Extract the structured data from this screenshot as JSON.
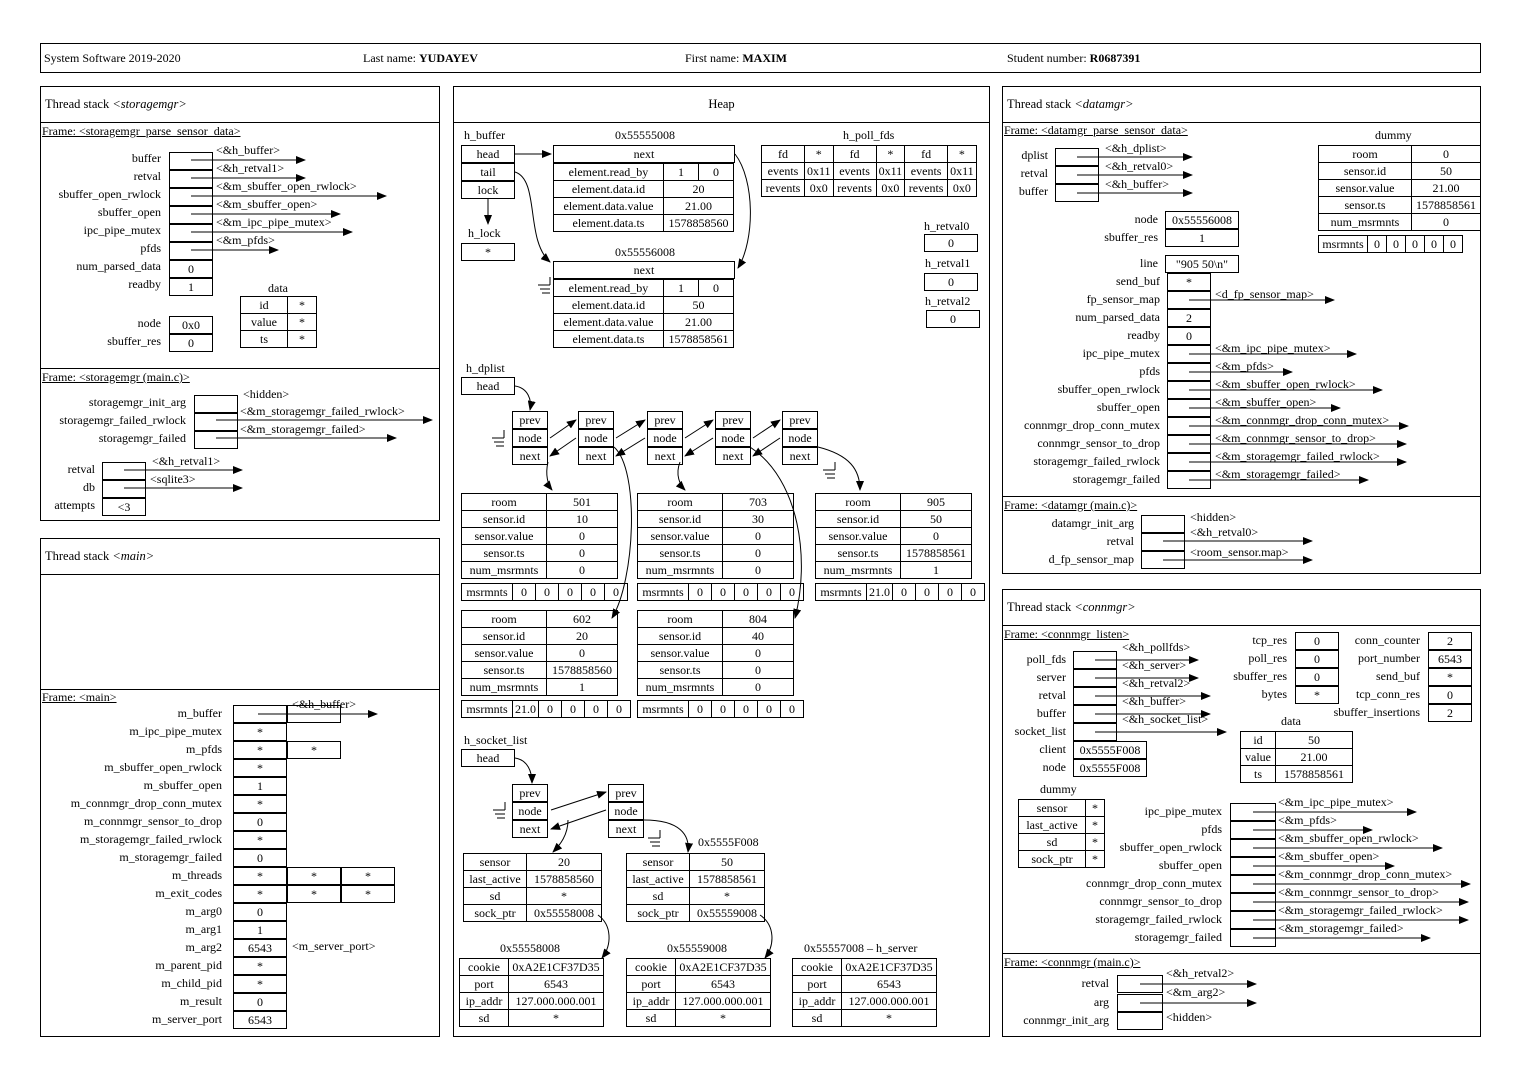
{
  "header": {
    "course": "System Software 2019-2020",
    "last_name_label": "Last name:",
    "last_name": "YUDAYEV",
    "first_name_label": "First name:",
    "first_name": "MAXIM",
    "student_label": "Student number:",
    "student_number": "R0687391"
  },
  "storagemgr": {
    "title_prefix": "Thread stack ",
    "title_name": "<storagemgr>",
    "frame1": "Frame: <storagemgr_parse_sensor_data>",
    "f1_vars": [
      "buffer",
      "retval",
      "sbuffer_open_rwlock",
      "sbuffer_open",
      "ipc_pipe_mutex",
      "pfds",
      "num_parsed_data",
      "readby"
    ],
    "f1_ptrs": [
      "<&h_buffer>",
      "<&h_retval1>",
      "<&m_sbuffer_open_rwlock>",
      "<&m_sbuffer_open>",
      "<&m_ipc_pipe_mutex>",
      "<&m_pfds>"
    ],
    "num_parsed_data": "0",
    "readby": "1",
    "data_title": "data",
    "data_rows": [
      [
        "id",
        "*"
      ],
      [
        "value",
        "*"
      ],
      [
        "ts",
        "*"
      ]
    ],
    "node_label": "node",
    "node_value": "0x0",
    "sbuffer_res_label": "sbuffer_res",
    "sbuffer_res_value": "0",
    "frame2": "Frame: <storagemgr (main.c)>",
    "f2_vars": [
      "storagemgr_init_arg",
      "storagemgr_failed_rwlock",
      "storagemgr_failed"
    ],
    "f2_ptrs": [
      "<hidden>",
      "<&m_storagemgr_failed_rwlock>",
      "<&m_storagemgr_failed>"
    ],
    "f2_vars2": [
      "retval",
      "db",
      "attempts"
    ],
    "f2_ptrs2": [
      "<&h_retval1>",
      "<sqlite3>"
    ],
    "attempts_value": "<3"
  },
  "main": {
    "title_prefix": "Thread stack ",
    "title_name": "<main>",
    "frame": "Frame: <main>",
    "rows": [
      {
        "name": "m_buffer",
        "vals": [
          "",
          ""
        ],
        "ptr": "<&h_buffer>"
      },
      {
        "name": "m_ipc_pipe_mutex",
        "vals": [
          "*"
        ]
      },
      {
        "name": "m_pfds",
        "vals": [
          "*",
          "*"
        ]
      },
      {
        "name": "m_sbuffer_open_rwlock",
        "vals": [
          "*"
        ]
      },
      {
        "name": "m_sbuffer_open",
        "vals": [
          "1"
        ]
      },
      {
        "name": "m_connmgr_drop_conn_mutex",
        "vals": [
          "*"
        ]
      },
      {
        "name": "m_connmgr_sensor_to_drop",
        "vals": [
          "0"
        ]
      },
      {
        "name": "m_storagemgr_failed_rwlock",
        "vals": [
          "*"
        ]
      },
      {
        "name": "m_storagemgr_failed",
        "vals": [
          "0"
        ]
      },
      {
        "name": "m_threads",
        "vals": [
          "*",
          "*",
          "*"
        ]
      },
      {
        "name": "m_exit_codes",
        "vals": [
          "*",
          "*",
          "*"
        ]
      },
      {
        "name": "m_arg0",
        "vals": [
          "0"
        ]
      },
      {
        "name": "m_arg1",
        "vals": [
          "1"
        ]
      },
      {
        "name": "m_arg2",
        "vals": [
          "6543"
        ],
        "ptr": "<m_server_port>"
      },
      {
        "name": "m_parent_pid",
        "vals": [
          "*"
        ]
      },
      {
        "name": "m_child_pid",
        "vals": [
          "*"
        ]
      },
      {
        "name": "m_result",
        "vals": [
          "0"
        ]
      },
      {
        "name": "m_server_port",
        "vals": [
          "6543"
        ]
      }
    ]
  },
  "heap": {
    "title": "Heap",
    "h_buffer": "h_buffer",
    "h_buffer_fields": [
      "head",
      "tail",
      "lock"
    ],
    "h_lock": "h_lock",
    "h_lock_value": "*",
    "node1_addr": "0x55555008",
    "node2_addr": "0x55556008",
    "node_next": "next",
    "node1_rows": [
      [
        "element.read_by",
        "1",
        "0"
      ],
      [
        "element.data.id",
        "20"
      ],
      [
        "element.data.value",
        "21.00"
      ],
      [
        "element.data.ts",
        "1578858560"
      ]
    ],
    "node2_rows": [
      [
        "element.read_by",
        "1",
        "0"
      ],
      [
        "element.data.id",
        "50"
      ],
      [
        "element.data.value",
        "21.00"
      ],
      [
        "element.data.ts",
        "1578858561"
      ]
    ],
    "h_poll_fds": "h_poll_fds",
    "poll_rows": [
      [
        "fd",
        "*",
        "fd",
        "*",
        "fd",
        "*"
      ],
      [
        "events",
        "0x11",
        "events",
        "0x11",
        "events",
        "0x11"
      ],
      [
        "revents",
        "0x0",
        "revents",
        "0x0",
        "revents",
        "0x0"
      ]
    ],
    "h_retval0": "h_retval0",
    "h_retval0_value": "0",
    "h_retval1": "h_retval1",
    "h_retval1_value": "0",
    "h_retval2": "h_retval2",
    "h_retval2_value": "0",
    "h_dplist": "h_dplist",
    "dplist_head": "head",
    "dnode_fields": [
      "prev",
      "node",
      "next"
    ],
    "sensors": [
      {
        "room": "501",
        "id": "10",
        "value": "0",
        "ts": "0",
        "num": "0",
        "ms": [
          "0",
          "0",
          "0",
          "0",
          "0"
        ]
      },
      {
        "room": "703",
        "id": "30",
        "value": "0",
        "ts": "0",
        "num": "0",
        "ms": [
          "0",
          "0",
          "0",
          "0",
          "0"
        ]
      },
      {
        "room": "905",
        "id": "50",
        "value": "0",
        "ts": "1578858561",
        "num": "1",
        "ms": [
          "21.0",
          "0",
          "0",
          "0",
          "0"
        ]
      },
      {
        "room": "602",
        "id": "20",
        "value": "0",
        "ts": "1578858560",
        "num": "1",
        "ms": [
          "21.0",
          "0",
          "0",
          "0",
          "0"
        ]
      },
      {
        "room": "804",
        "id": "40",
        "value": "0",
        "ts": "0",
        "num": "0",
        "ms": [
          "0",
          "0",
          "0",
          "0",
          "0"
        ]
      }
    ],
    "sensor_labels": [
      "room",
      "sensor.id",
      "sensor.value",
      "sensor.ts",
      "num_msrmnts",
      "msrmnts"
    ],
    "h_socket_list": "h_socket_list",
    "socket_head": "head",
    "sock_fields": [
      "prev",
      "node",
      "next"
    ],
    "sock_node_addr": "0x5555F008",
    "sockets": [
      {
        "sensor": "20",
        "last_active": "1578858560",
        "sd": "*",
        "sock_ptr": "0x55558008"
      },
      {
        "sensor": "50",
        "last_active": "1578858561",
        "sd": "*",
        "sock_ptr": "0x55559008"
      }
    ],
    "socket_labels": [
      "sensor",
      "last_active",
      "sd",
      "sock_ptr"
    ],
    "tcp": [
      {
        "addr": "0x55558008",
        "cookie": "0xA2E1CF37D35",
        "port": "6543",
        "ip": "127.000.000.001",
        "sd": "*"
      },
      {
        "addr": "0x55559008",
        "cookie": "0xA2E1CF37D35",
        "port": "6543",
        "ip": "127.000.000.001",
        "sd": "*"
      },
      {
        "addr": "0x55557008 – h_server",
        "cookie": "0xA2E1CF37D35",
        "port": "6543",
        "ip": "127.000.000.001",
        "sd": "*"
      }
    ],
    "tcp_labels": [
      "cookie",
      "port",
      "ip_addr",
      "sd"
    ]
  },
  "datamgr": {
    "title_prefix": "Thread stack ",
    "title_name": "<datamgr>",
    "frame1": "Frame: <datamgr_parse_sensor_data>",
    "vars_top": [
      "dplist",
      "retval",
      "buffer"
    ],
    "ptrs_top": [
      "<&h_dplist>",
      "<&h_retval0>",
      "<&h_buffer>"
    ],
    "dummy_title": "dummy",
    "dummy_rows": [
      [
        "room",
        "0"
      ],
      [
        "sensor.id",
        "50"
      ],
      [
        "sensor.value",
        "21.00"
      ],
      [
        "sensor.ts",
        "1578858561"
      ],
      [
        "num_msrmnts",
        "0"
      ]
    ],
    "dummy_ms_label": "msrmnts",
    "dummy_ms": [
      "0",
      "0",
      "0",
      "0",
      "0"
    ],
    "node_label": "node",
    "node_value": "0x55556008",
    "sbuffer_res_label": "sbuffer_res",
    "sbuffer_res_value": "1",
    "line_label": "line",
    "line_value": "\"905 50\\n\"",
    "vars": [
      "send_buf",
      "fp_sensor_map",
      "num_parsed_data",
      "readby",
      "ipc_pipe_mutex",
      "pfds",
      "sbuffer_open_rwlock",
      "sbuffer_open",
      "connmgr_drop_conn_mutex",
      "connmgr_sensor_to_drop",
      "storagemgr_failed_rwlock",
      "storagemgr_failed"
    ],
    "vals": [
      "*",
      "",
      "2",
      "0",
      "",
      "",
      "",
      "",
      "",
      "",
      "",
      ""
    ],
    "ptrs": [
      "",
      "<d_fp_sensor_map>",
      "",
      "",
      "<&m_ipc_pipe_mutex>",
      "<&m_pfds>",
      "<&m_sbuffer_open_rwlock>",
      "<&m_sbuffer_open>",
      "<&m_connmgr_drop_conn_mutex>",
      "<&m_connmgr_sensor_to_drop>",
      "<&m_storagemgr_failed_rwlock>",
      "<&m_storagemgr_failed>"
    ],
    "frame2": "Frame: <datamgr (main.c)>",
    "f2_vars": [
      "datamgr_init_arg",
      "retval",
      "d_fp_sensor_map"
    ],
    "f2_ptrs": [
      "<hidden>",
      "<&h_retval0>",
      "<room_sensor.map>"
    ]
  },
  "connmgr": {
    "title_prefix": "Thread stack ",
    "title_name": "<connmgr>",
    "frame1": "Frame: <connmgr_listen>",
    "vars_top": [
      "poll_fds",
      "server",
      "retval",
      "buffer",
      "socket_list"
    ],
    "ptrs_top": [
      "<&h_pollfds>",
      "<&h_server>",
      "<&h_retval2>",
      "<&h_buffer>",
      "<&h_socket_list>"
    ],
    "client_label": "client",
    "client_value": "0x5555F008",
    "node_label": "node",
    "node_value": "0x5555F008",
    "mid_rows": [
      [
        "tcp_res",
        "0"
      ],
      [
        "poll_res",
        "0"
      ],
      [
        "sbuffer_res",
        "0"
      ],
      [
        "bytes",
        "*"
      ]
    ],
    "right_rows": [
      [
        "conn_counter",
        "2"
      ],
      [
        "port_number",
        "6543"
      ],
      [
        "send_buf",
        "*"
      ],
      [
        "tcp_conn_res",
        "0"
      ],
      [
        "sbuffer_insertions",
        "2"
      ]
    ],
    "data_title": "data",
    "data_rows": [
      [
        "id",
        "50"
      ],
      [
        "value",
        "21.00"
      ],
      [
        "ts",
        "1578858561"
      ]
    ],
    "dummy_title": "dummy",
    "dummy_rows": [
      [
        "sensor",
        "*"
      ],
      [
        "last_active",
        "*"
      ],
      [
        "sd",
        "*"
      ],
      [
        "sock_ptr",
        "*"
      ]
    ],
    "vars": [
      "ipc_pipe_mutex",
      "pfds",
      "sbuffer_open_rwlock",
      "sbuffer_open",
      "connmgr_drop_conn_mutex",
      "connmgr_sensor_to_drop",
      "storagemgr_failed_rwlock",
      "storagemgr_failed"
    ],
    "ptrs": [
      "<&m_ipc_pipe_mutex>",
      "<&m_pfds>",
      "<&m_sbuffer_open_rwlock>",
      "<&m_sbuffer_open>",
      "<&m_connmgr_drop_conn_mutex>",
      "<&m_connmgr_sensor_to_drop>",
      "<&m_storagemgr_failed_rwlock>",
      "<&m_storagemgr_failed>"
    ],
    "frame2": "Frame: <connmgr (main.c)>",
    "f2_vars": [
      "retval",
      "arg",
      "connmgr_init_arg"
    ],
    "f2_ptrs": [
      "<&h_retval2>",
      "<&m_arg2>",
      "<hidden>"
    ]
  }
}
